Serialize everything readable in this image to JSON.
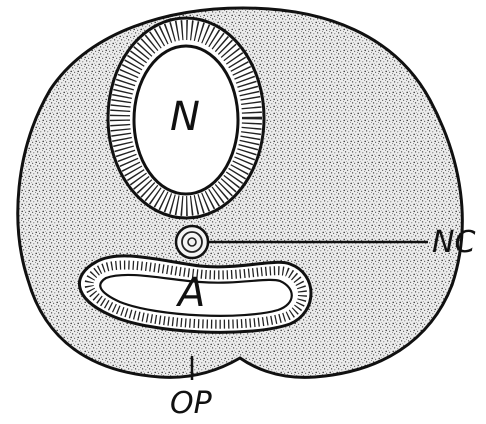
{
  "figure": {
    "labels": {
      "neural_tube": "N",
      "archenteron": "A",
      "notochord": "NC",
      "opening": "OP"
    }
  }
}
